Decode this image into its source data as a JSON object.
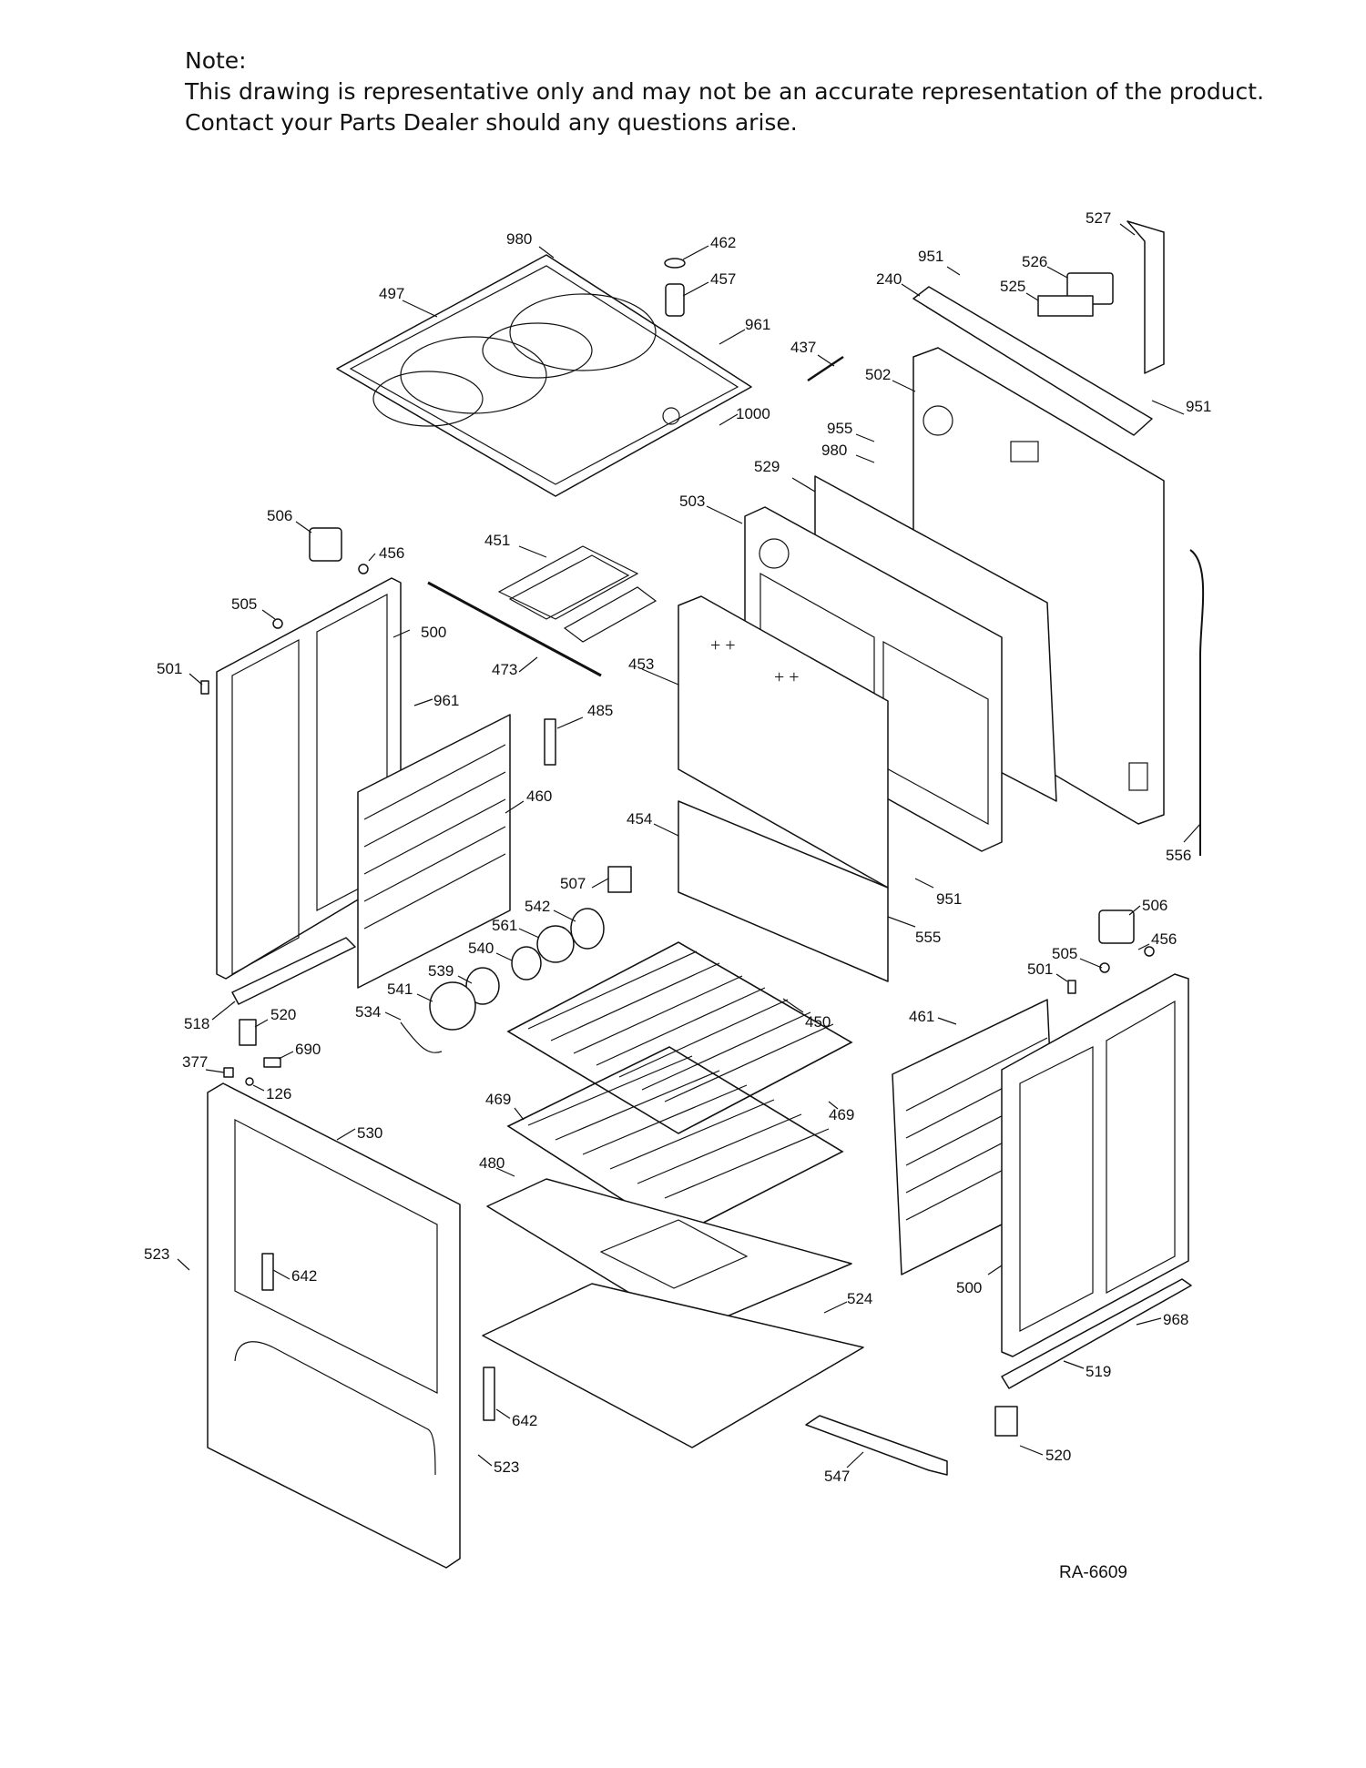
{
  "note": {
    "heading": "Note:",
    "line1": "This drawing is representative only and may not be an accurate representation of the product.",
    "line2": "Contact your Parts Dealer should any questions arise."
  },
  "diagram_code": "RA-6609",
  "callouts": [
    {
      "id": "c980a",
      "label": "980"
    },
    {
      "id": "c462",
      "label": "462"
    },
    {
      "id": "c457",
      "label": "457"
    },
    {
      "id": "c497",
      "label": "497"
    },
    {
      "id": "c961a",
      "label": "961"
    },
    {
      "id": "c1000",
      "label": "1000"
    },
    {
      "id": "c437",
      "label": "437"
    },
    {
      "id": "c527",
      "label": "527"
    },
    {
      "id": "c951a",
      "label": "951"
    },
    {
      "id": "c526",
      "label": "526"
    },
    {
      "id": "c240",
      "label": "240"
    },
    {
      "id": "c525",
      "label": "525"
    },
    {
      "id": "c502",
      "label": "502"
    },
    {
      "id": "c951b",
      "label": "951"
    },
    {
      "id": "c955",
      "label": "955"
    },
    {
      "id": "c980b",
      "label": "980"
    },
    {
      "id": "c529",
      "label": "529"
    },
    {
      "id": "c503",
      "label": "503"
    },
    {
      "id": "c506a",
      "label": "506"
    },
    {
      "id": "c456a",
      "label": "456"
    },
    {
      "id": "c451",
      "label": "451"
    },
    {
      "id": "c505a",
      "label": "505"
    },
    {
      "id": "c500a",
      "label": "500"
    },
    {
      "id": "c473",
      "label": "473"
    },
    {
      "id": "c453",
      "label": "453"
    },
    {
      "id": "c501a",
      "label": "501"
    },
    {
      "id": "c961b",
      "label": "961"
    },
    {
      "id": "c485",
      "label": "485"
    },
    {
      "id": "c460",
      "label": "460"
    },
    {
      "id": "c454",
      "label": "454"
    },
    {
      "id": "c556",
      "label": "556"
    },
    {
      "id": "c507",
      "label": "507"
    },
    {
      "id": "c542",
      "label": "542"
    },
    {
      "id": "c951c",
      "label": "951"
    },
    {
      "id": "c561",
      "label": "561"
    },
    {
      "id": "c555",
      "label": "555"
    },
    {
      "id": "c506b",
      "label": "506"
    },
    {
      "id": "c456b",
      "label": "456"
    },
    {
      "id": "c540",
      "label": "540"
    },
    {
      "id": "c505b",
      "label": "505"
    },
    {
      "id": "c539",
      "label": "539"
    },
    {
      "id": "c501b",
      "label": "501"
    },
    {
      "id": "c541",
      "label": "541"
    },
    {
      "id": "c450",
      "label": "450"
    },
    {
      "id": "c534",
      "label": "534"
    },
    {
      "id": "c461",
      "label": "461"
    },
    {
      "id": "c518",
      "label": "518"
    },
    {
      "id": "c520a",
      "label": "520"
    },
    {
      "id": "c690",
      "label": "690"
    },
    {
      "id": "c377",
      "label": "377"
    },
    {
      "id": "c126",
      "label": "126"
    },
    {
      "id": "c469a",
      "label": "469"
    },
    {
      "id": "c469b",
      "label": "469"
    },
    {
      "id": "c530",
      "label": "530"
    },
    {
      "id": "c480",
      "label": "480"
    },
    {
      "id": "c523a",
      "label": "523"
    },
    {
      "id": "c642a",
      "label": "642"
    },
    {
      "id": "c500b",
      "label": "500"
    },
    {
      "id": "c524",
      "label": "524"
    },
    {
      "id": "c968",
      "label": "968"
    },
    {
      "id": "c519",
      "label": "519"
    },
    {
      "id": "c642b",
      "label": "642"
    },
    {
      "id": "c523b",
      "label": "523"
    },
    {
      "id": "c520b",
      "label": "520"
    },
    {
      "id": "c547",
      "label": "547"
    }
  ]
}
